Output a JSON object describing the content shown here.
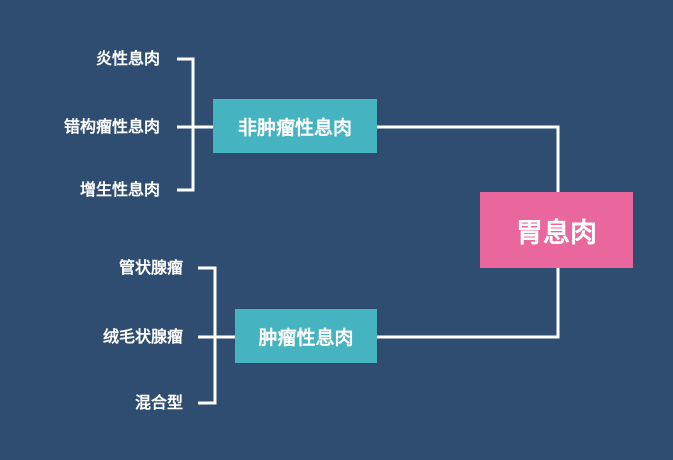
{
  "root": {
    "label": "胃息肉"
  },
  "groups": [
    {
      "label": "非肿瘤性息肉",
      "children": [
        "炎性息肉",
        "错构瘤性息肉",
        "增生性息肉"
      ]
    },
    {
      "label": "肿瘤性息肉",
      "children": [
        "管状腺瘤",
        "绒毛状腺瘤",
        "混合型"
      ]
    }
  ],
  "colors": {
    "background": "#2f4d70",
    "group_box": "#46b4c0",
    "root_box": "#e9679c",
    "lines": "#ffffff"
  }
}
